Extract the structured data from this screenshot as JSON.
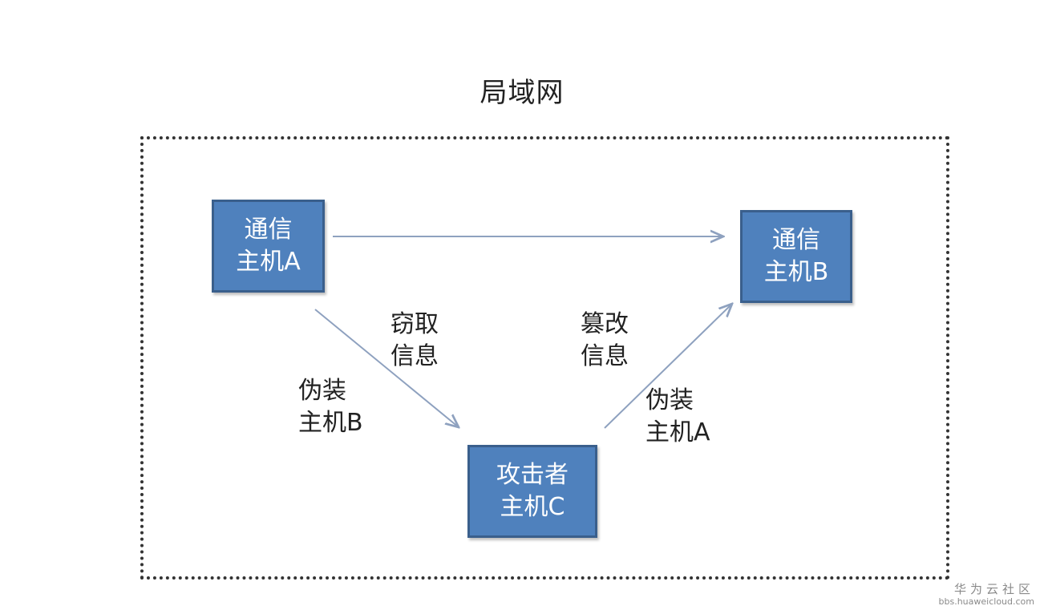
{
  "title": "局域网",
  "nodes": {
    "host_a": {
      "line1": "通信",
      "line2": "主机A"
    },
    "host_b": {
      "line1": "通信",
      "line2": "主机B"
    },
    "attacker_c": {
      "line1": "攻击者",
      "line2": "主机C"
    }
  },
  "labels": {
    "steal": {
      "line1": "窃取",
      "line2": "信息"
    },
    "tamper": {
      "line1": "篡改",
      "line2": "信息"
    },
    "fake_b": {
      "line1": "伪装",
      "line2": "主机B"
    },
    "fake_a": {
      "line1": "伪装",
      "line2": "主机A"
    }
  },
  "watermark": {
    "title": "华为云社区",
    "url": "bbs.huaweicloud.com"
  },
  "colors": {
    "node_fill": "#4f81bd",
    "node_border": "#3a5f8c",
    "arrow": "#8ea1bf"
  }
}
